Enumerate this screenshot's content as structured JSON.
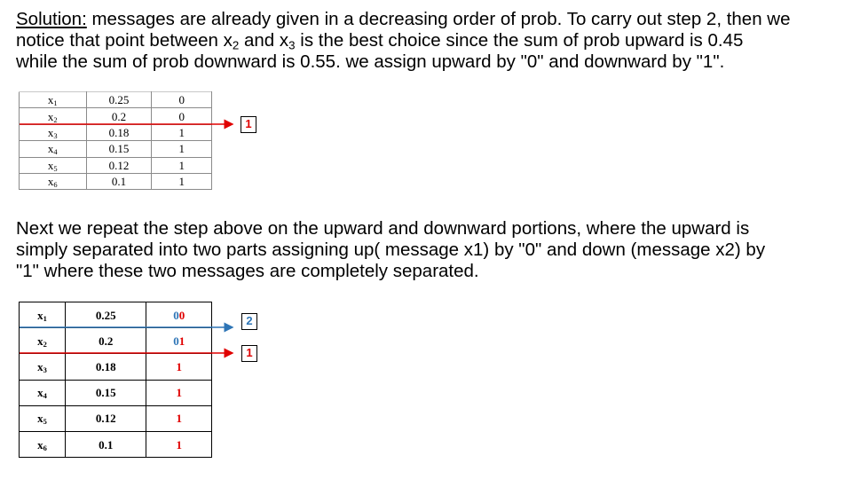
{
  "para1": {
    "label": "Solution:",
    "line1_rest": " messages are already given in a decreasing order of prob. To  carry out step 2, then we",
    "line2_a": "notice that point between x",
    "line2_sub_a": "2",
    "line2_b": " and x",
    "line2_sub_b": "3",
    "line2_c": " is the best  choice since the sum of prob upward is 0.45",
    "line3": "while the sum of prob  downward is 0.55. we assign upward by \"0\" and downward by \"1\"."
  },
  "table1": {
    "rows": [
      {
        "sym": "x",
        "sub": "1",
        "prob": "0.25",
        "code": "0"
      },
      {
        "sym": "x",
        "sub": "2",
        "prob": "0.2",
        "code": "0"
      },
      {
        "sym": "x",
        "sub": "3",
        "prob": "0.18",
        "code": "1"
      },
      {
        "sym": "x",
        "sub": "4",
        "prob": "0.15",
        "code": "1"
      },
      {
        "sym": "x",
        "sub": "5",
        "prob": "0.12",
        "code": "1"
      },
      {
        "sym": "x",
        "sub": "6",
        "prob": "0.1",
        "code": "1"
      }
    ],
    "marker": "1"
  },
  "para2": {
    "line1": "Next we repeat the step above on the upward and downward portions,  where the upward is",
    "line2": "simply separated into two parts assigning up( message  x1) by \"0\" and down (message x2) by",
    "line3": "\"1\" where these two messages are  completely separated."
  },
  "table2": {
    "rows": [
      {
        "sym": "x",
        "sub": "1",
        "prob": "0.25",
        "code": "00"
      },
      {
        "sym": "x",
        "sub": "2",
        "prob": "0.2",
        "code": "01"
      },
      {
        "sym": "x",
        "sub": "3",
        "prob": "0.18",
        "code": "1"
      },
      {
        "sym": "x",
        "sub": "4",
        "prob": "0.15",
        "code": "1"
      },
      {
        "sym": "x",
        "sub": "5",
        "prob": "0.12",
        "code": "1"
      },
      {
        "sym": "x",
        "sub": "6",
        "prob": "0.1",
        "code": "1"
      }
    ],
    "marker_upper": "2",
    "marker_lower": "1"
  },
  "colors": {
    "red": "#e00000",
    "blue": "#2e75b6"
  }
}
